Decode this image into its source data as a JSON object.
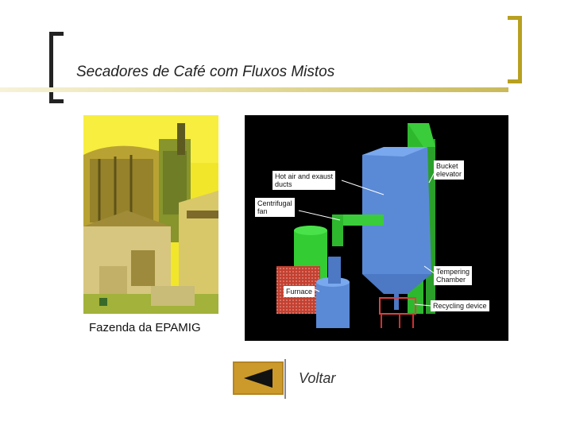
{
  "slide": {
    "title": "Secadores de Café com Fluxos Mistos",
    "photo_caption": "Fazenda da EPAMIG"
  },
  "diagram": {
    "labels": {
      "hot_air": "Hot air and exaust\nducts",
      "centrifugal": "Centrifugal\nfan",
      "furnace": "Furnace",
      "bucket": "Bucket\nelevator",
      "tempering": "Tempering\nChamber",
      "recycling": "Recycling device"
    }
  },
  "navigation": {
    "back_label": "Voltar",
    "back_icon": "left-arrow-icon"
  },
  "colors": {
    "accent": "#cc9a2a",
    "bracket": "#b8a020",
    "diagram_bg": "#000000"
  }
}
